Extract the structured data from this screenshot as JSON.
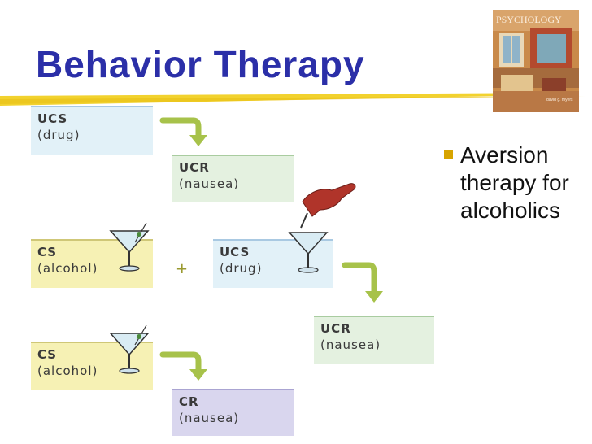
{
  "slide": {
    "title": "Behavior Therapy",
    "bullet": "Aversion therapy for alcoholics"
  },
  "book_cover": {
    "title": "PSYCHOLOGY",
    "author": "david g. myers"
  },
  "diagram": {
    "row1": {
      "stimulus": {
        "l1": "UCS",
        "l2": "(drug)"
      },
      "response": {
        "l1": "UCR",
        "l2": "(nausea)"
      }
    },
    "row2": {
      "cs": {
        "l1": "CS",
        "l2": "(alcohol)"
      },
      "plus": "+",
      "ucs": {
        "l1": "UCS",
        "l2": "(drug)"
      },
      "response": {
        "l1": "UCR",
        "l2": "(nausea)"
      }
    },
    "row3": {
      "cs": {
        "l1": "CS",
        "l2": "(alcohol)"
      },
      "response": {
        "l1": "CR",
        "l2": "(nausea)"
      }
    }
  },
  "colors": {
    "title": "#2b2fa8",
    "underline": "#f2d22e",
    "bullet": "#d7a400",
    "arrow": "#a7c24a"
  }
}
